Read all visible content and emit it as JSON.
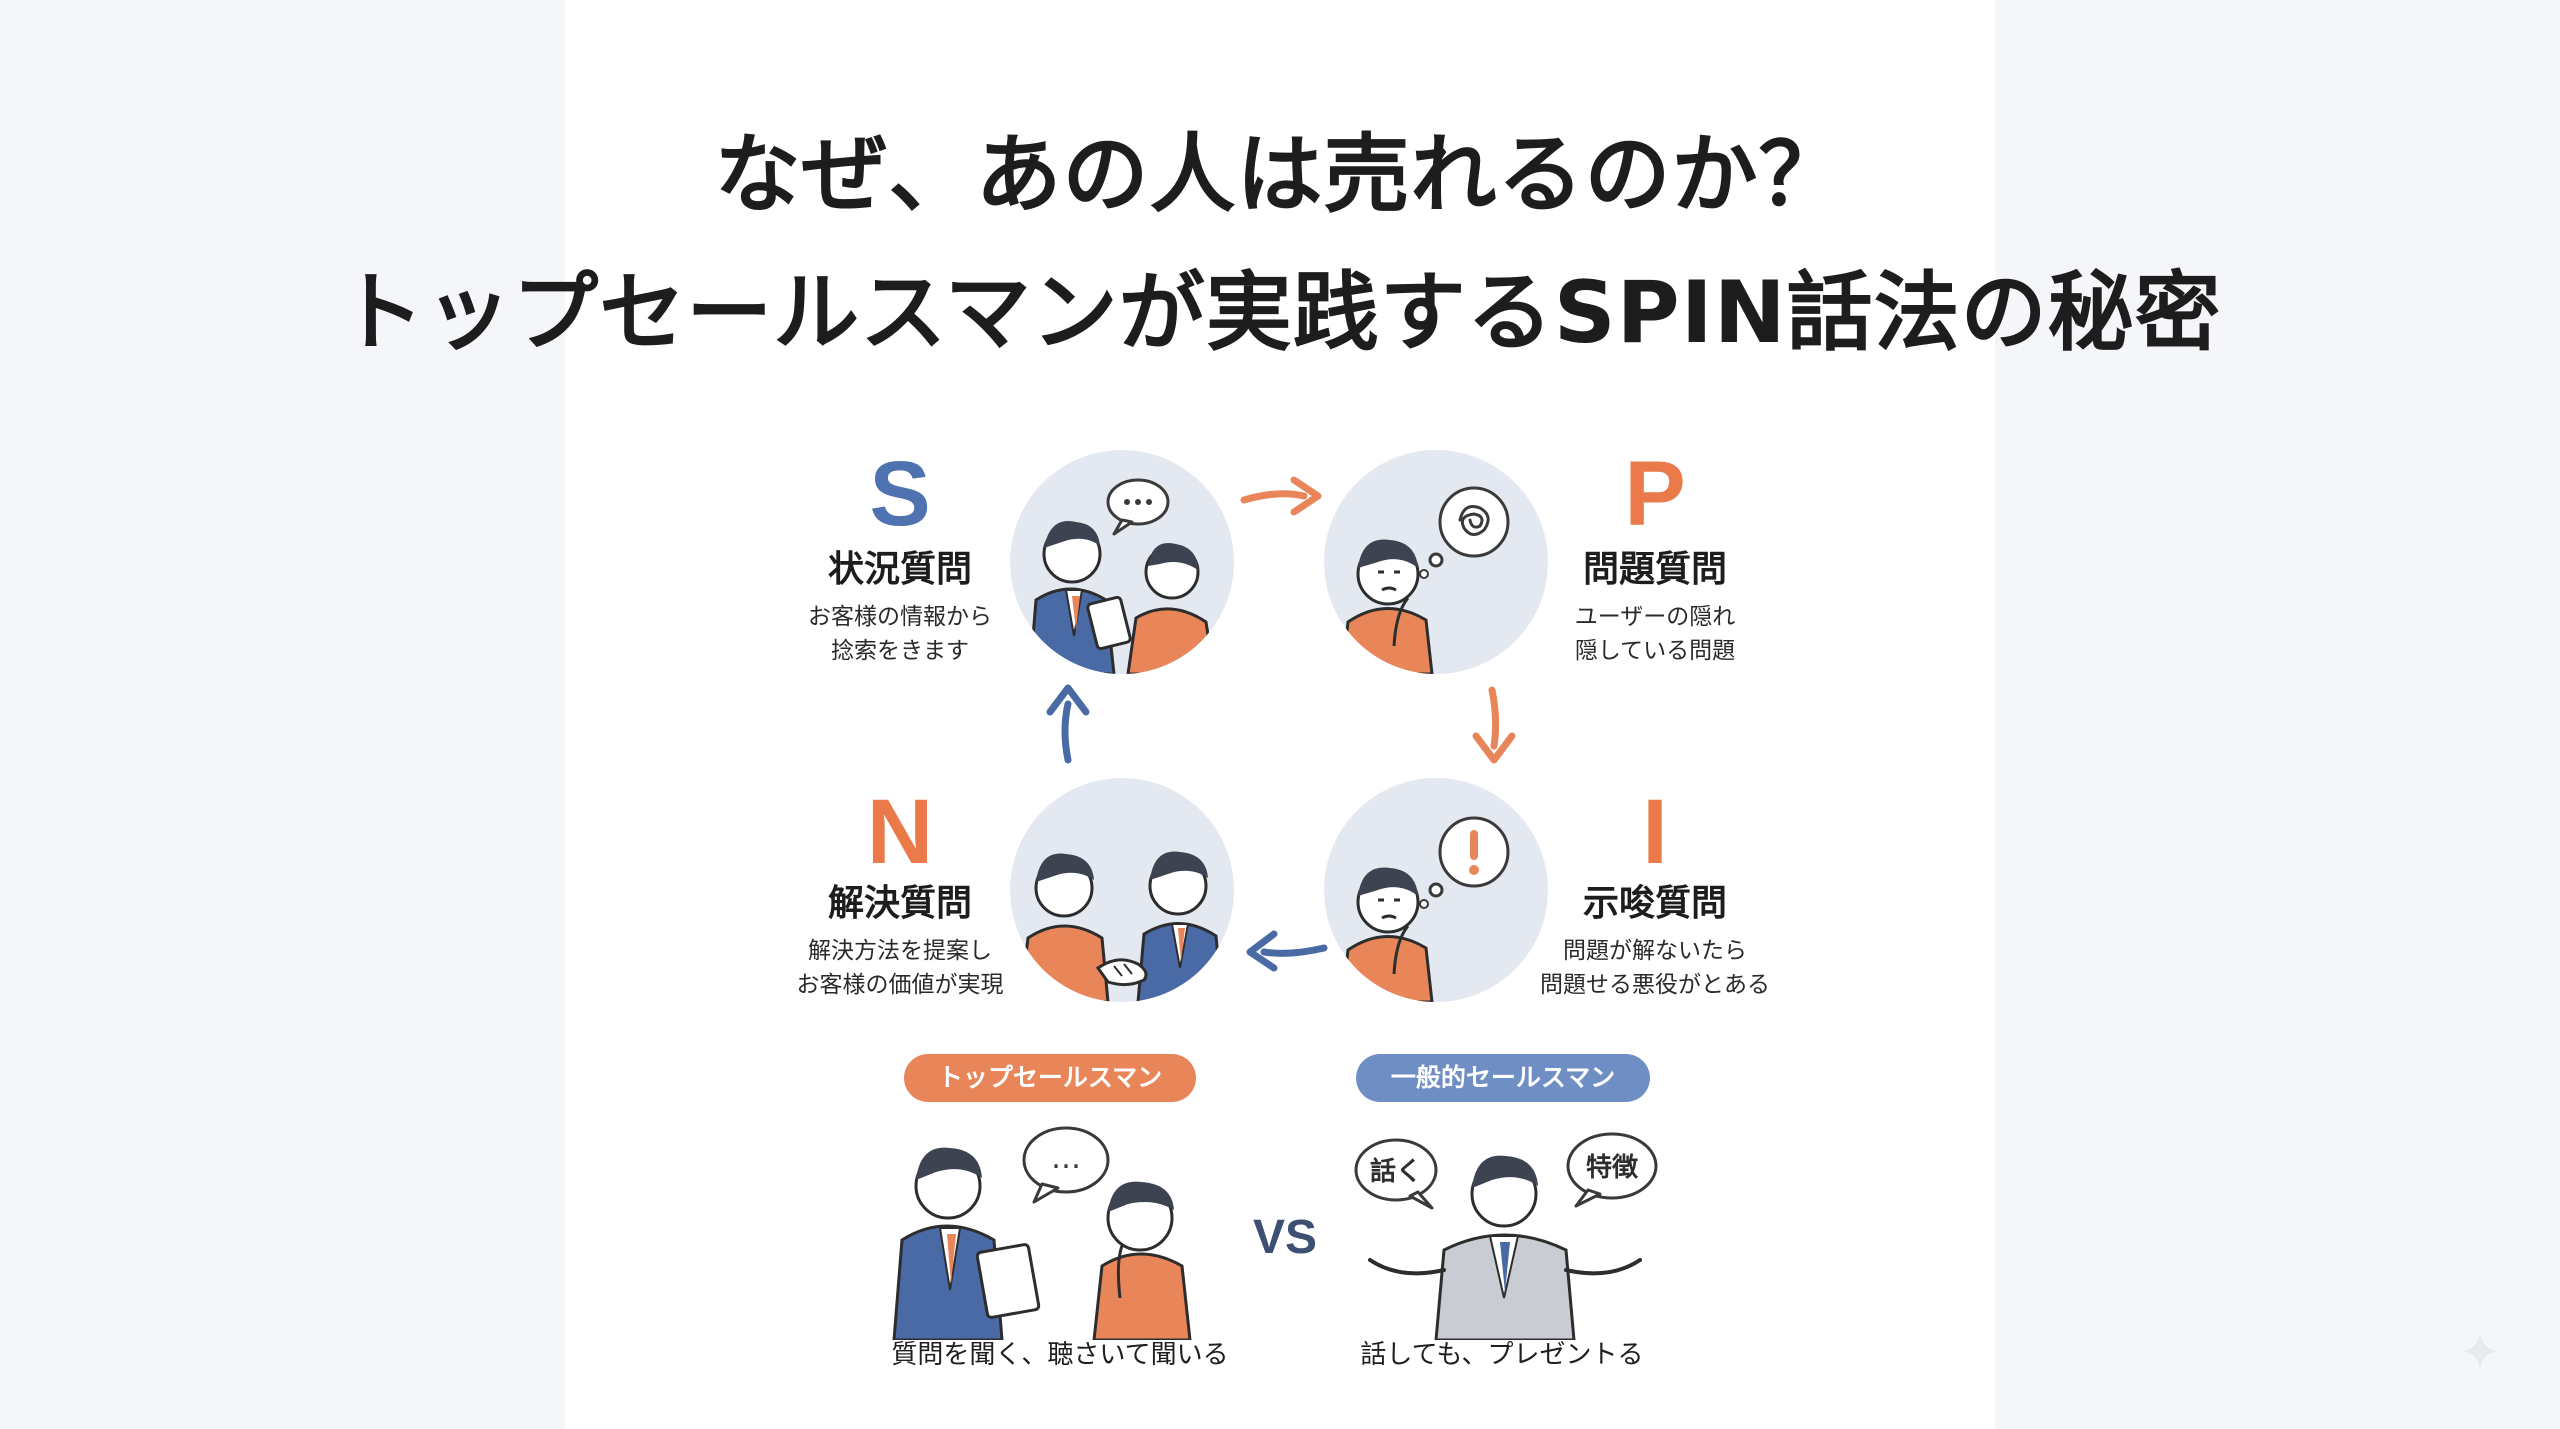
{
  "title": {
    "line1": "なぜ、あの人は売れるのか？",
    "line2": "トップセールスマンが実践するSPIN話法の秘密"
  },
  "stages": [
    {
      "letter": "S",
      "title": "状況質問",
      "desc_line1": "お客様の情報から",
      "desc_line2": "捻索をきます"
    },
    {
      "letter": "P",
      "title": "問題質問",
      "desc_line1": "ユーザーの隠れ",
      "desc_line2": "隠している問題"
    },
    {
      "letter": "I",
      "title": "示唆質問",
      "desc_line1": "問題が解ないたら",
      "desc_line2": "問題せる悪役がとある"
    },
    {
      "letter": "N",
      "title": "解決質問",
      "desc_line1": "解決方法を提案し",
      "desc_line2": "お客様の価値が実現"
    }
  ],
  "comparison": {
    "left_label": "トップセールスマン",
    "right_label": "一般的セールスマン",
    "vs": "VS",
    "left_caption": "質問を聞く、聴さいて聞いる",
    "right_caption": "話しても、プレゼントる",
    "speech_left": "…",
    "speech_right_1": "話く",
    "speech_right_2": "特徴"
  },
  "colors": {
    "blue": "#4f73b0",
    "orange": "#ea7a4a",
    "circle_bg": "#e4e9f1",
    "suit_blue": "#4a6aa6",
    "suit_grey": "#c9ccd2",
    "shirt_orange": "#e8865a"
  },
  "icons": [
    "speech-bubble-icon",
    "tangled-thought-icon",
    "exclamation-thought-icon",
    "handshake-icon",
    "sparkle-icon"
  ]
}
